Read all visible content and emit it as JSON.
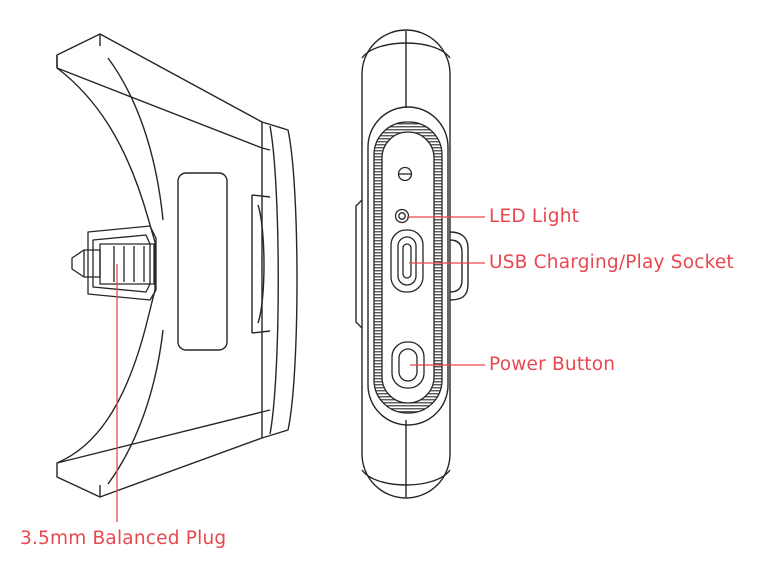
{
  "diagram": {
    "colors": {
      "line": "#262626",
      "callout": "#e8474f",
      "background": "#ffffff"
    },
    "callouts": {
      "led_light": "LED Light",
      "usb_socket": "USB Charging/Play Socket",
      "power_button": "Power Button",
      "balanced_plug": "3.5mm Balanced Plug"
    }
  }
}
